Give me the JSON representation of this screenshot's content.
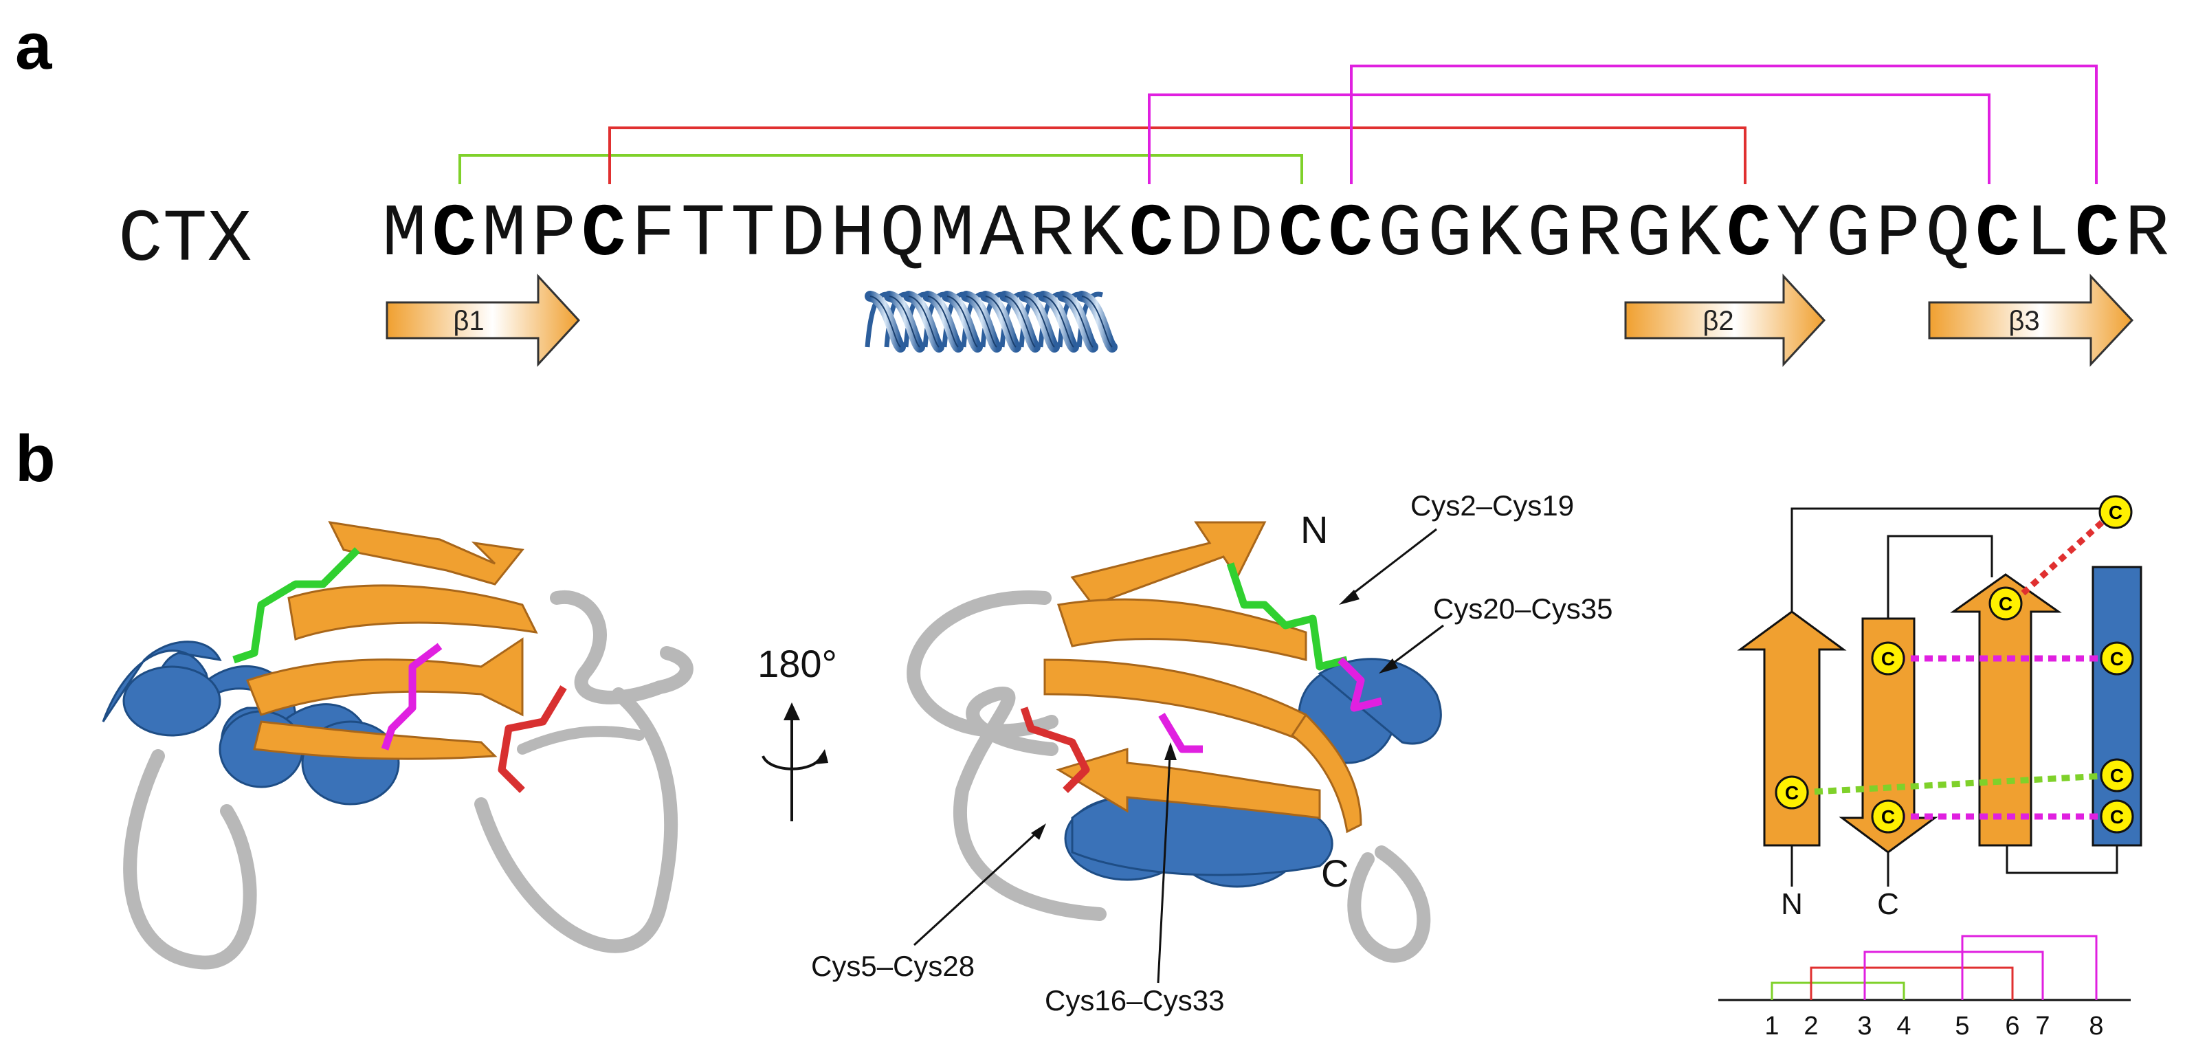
{
  "panels": {
    "a_label": "a",
    "b_label": "b"
  },
  "colors": {
    "strand": "#f0a030",
    "helix": "#3a72b8",
    "loop": "#b8b8b8",
    "bond_green": "#7fd12a",
    "bond_red": "#e03030",
    "bond_magenta": "#e020e0",
    "cys_yellow": "#fff000"
  },
  "sequence": {
    "name": "CTX",
    "residues": [
      "M",
      "C",
      "M",
      "P",
      "C",
      "F",
      "T",
      "T",
      "D",
      "H",
      "Q",
      "M",
      "A",
      "R",
      "K",
      "C",
      "D",
      "D",
      "C",
      "C",
      "G",
      "G",
      "K",
      "G",
      "R",
      "G",
      "K",
      "C",
      "Y",
      "G",
      "P",
      "Q",
      "C",
      "L",
      "C",
      "R"
    ],
    "bold_positions": [
      2,
      5,
      16,
      19,
      20,
      28,
      33,
      35
    ]
  },
  "secondary_structure": [
    {
      "type": "strand",
      "label": "β1"
    },
    {
      "type": "helix",
      "label": ""
    },
    {
      "type": "strand",
      "label": "β2"
    },
    {
      "type": "strand",
      "label": "β3"
    }
  ],
  "disulfides": [
    {
      "label": "Cys2–Cys19",
      "from": 2,
      "to": 19,
      "color": "green"
    },
    {
      "label": "Cys5–Cys28",
      "from": 5,
      "to": 28,
      "color": "red"
    },
    {
      "label": "Cys16–Cys33",
      "from": 16,
      "to": 33,
      "color": "magenta"
    },
    {
      "label": "Cys20–Cys35",
      "from": 20,
      "to": 35,
      "color": "magenta"
    }
  ],
  "rotation": {
    "label": "180°"
  },
  "termini": {
    "n": "N",
    "c": "C"
  },
  "topology": {
    "cys_symbol": "C",
    "n_label": "N",
    "c_label": "C"
  },
  "connectivity": {
    "numbers": [
      "1",
      "2",
      "3",
      "4",
      "5",
      "6",
      "7",
      "8"
    ]
  }
}
